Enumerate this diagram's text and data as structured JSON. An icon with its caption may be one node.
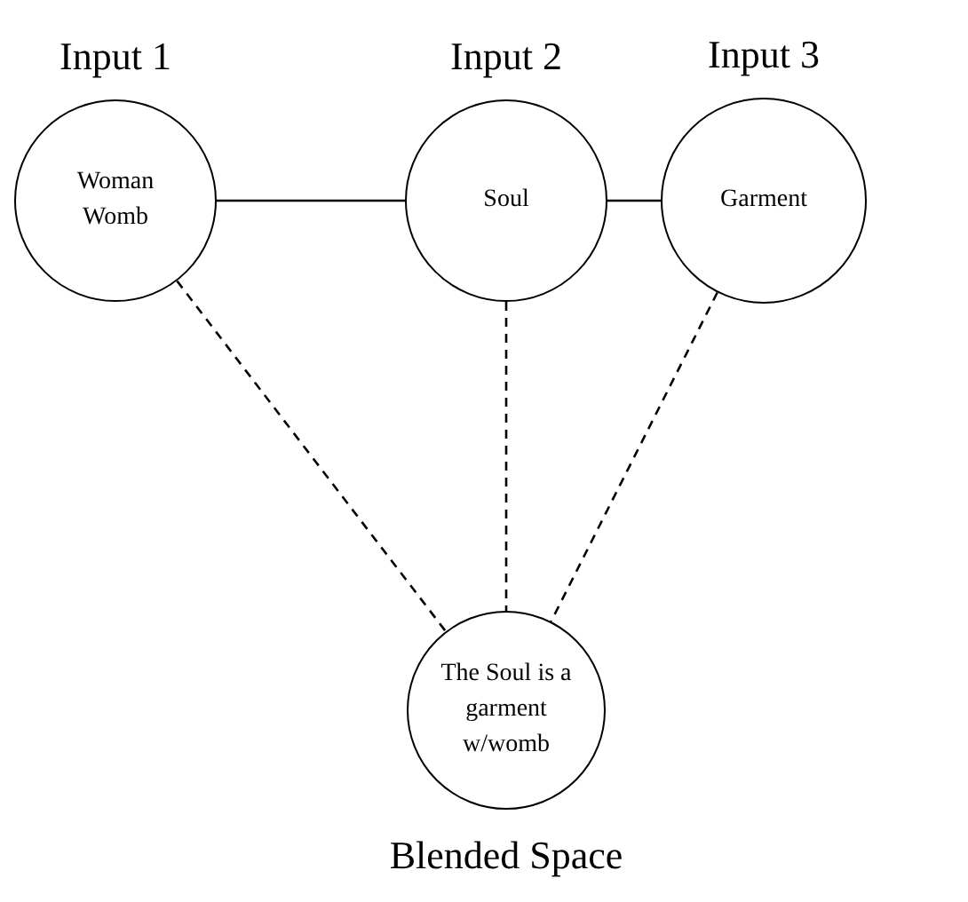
{
  "diagram": {
    "nodes": [
      {
        "text": [
          "Input 1",
          "Woman Womb"
        ]
      },
      {
        "text": [
          "Input 2",
          "Soul"
        ]
      },
      {
        "text": [
          "Input 3",
          "Garment"
        ]
      },
      {
        "text": [
          "The Soul is a garment w/womb",
          "Blended Space"
        ]
      }
    ],
    "edges": [
      {
        "from": 0,
        "to": 1,
        "arrow": "none"
      },
      {
        "from": 1,
        "to": 2,
        "arrow": "none"
      },
      {
        "from": 0,
        "to": 3,
        "arrow": "none",
        "style": "dashed"
      },
      {
        "from": 1,
        "to": 3,
        "arrow": "none",
        "style": "dashed"
      },
      {
        "from": 2,
        "to": 3,
        "arrow": "none",
        "style": "dashed"
      }
    ]
  }
}
